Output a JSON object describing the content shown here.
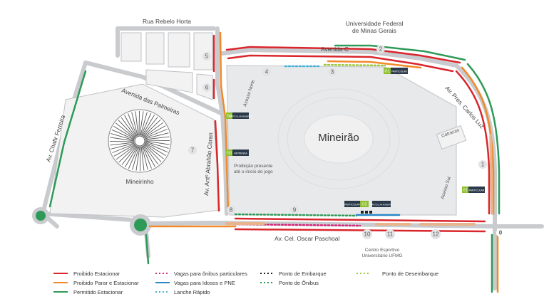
{
  "labels": {
    "rua_rebelo_horta": "Rua Rebelo Horta",
    "ufmg_line1": "Universidade Federal",
    "ufmg_line2": "de Minas Gerais",
    "avenida_c": "Avenida C",
    "avenida_palmeiras": "Avenida das Palmeiras",
    "av_chafir": "Av. Chafir Ferreira",
    "av_abrahao": "Av. Antº Abrahão Caran",
    "av_carlos_luz": "Av. Pres. Carlos Luz",
    "av_oscar": "Av. Cel. Oscar Paschoal",
    "mineirao": "Mineirão",
    "mineirinho": "Mineirinho",
    "acesso_norte": "Acesso Norte",
    "acesso_sul": "Acesso Sul",
    "catracas": "Catracas",
    "proibicao_line1": "Proibição presente",
    "proibicao_line2": "até o início do jogo",
    "centro_line1": "Centro Esportivo",
    "centro_line2": "Universitário UFMG"
  },
  "markers": [
    "0",
    "1",
    "2",
    "3",
    "4",
    "5",
    "6",
    "7",
    "8",
    "9",
    "10",
    "11",
    "12"
  ],
  "signs": {
    "g1": "G1",
    "g2": "G2",
    "g3": "G3",
    "particular": "PARTICULAR",
    "imprensa": "IMPRENSA",
    "particular_mineirao": "PARTICULAR MINEIRÃO"
  },
  "legend": [
    {
      "label": "Proibido Estacionar",
      "color": "#d9262c",
      "style": "solid"
    },
    {
      "label": "Proibido Parar e Estacionar",
      "color": "#f08a2a",
      "style": "solid"
    },
    {
      "label": "Permitido Estacionar",
      "color": "#2e9a57",
      "style": "solid"
    },
    {
      "label": "Vagas para ônibus particulares",
      "color": "#d6257a",
      "style": "dotted"
    },
    {
      "label": "Vagas para Idosos e PNE",
      "color": "#2a88c8",
      "style": "solid"
    },
    {
      "label": "Lanche Rápido",
      "color": "#4ab3d8",
      "style": "dotted"
    },
    {
      "label": "Ponto de Embarque",
      "color": "#222222",
      "style": "dotted"
    },
    {
      "label": "Ponto de Ônibus",
      "color": "#2e9a57",
      "style": "dotted"
    },
    {
      "label": "Ponto de Desembarque",
      "color": "#9bc83a",
      "style": "dotted"
    }
  ],
  "colors": {
    "road": "#c9cbce",
    "block": "#f2f2f3",
    "stadium_area": "#e8e9eb",
    "parking_strip": "#e7b48e",
    "prohibited": "#d9262c",
    "no_stopping": "#f08a2a",
    "allowed": "#2e9a57",
    "sign_green": "#8dbf2f",
    "sign_dark": "#2b3a4a"
  }
}
